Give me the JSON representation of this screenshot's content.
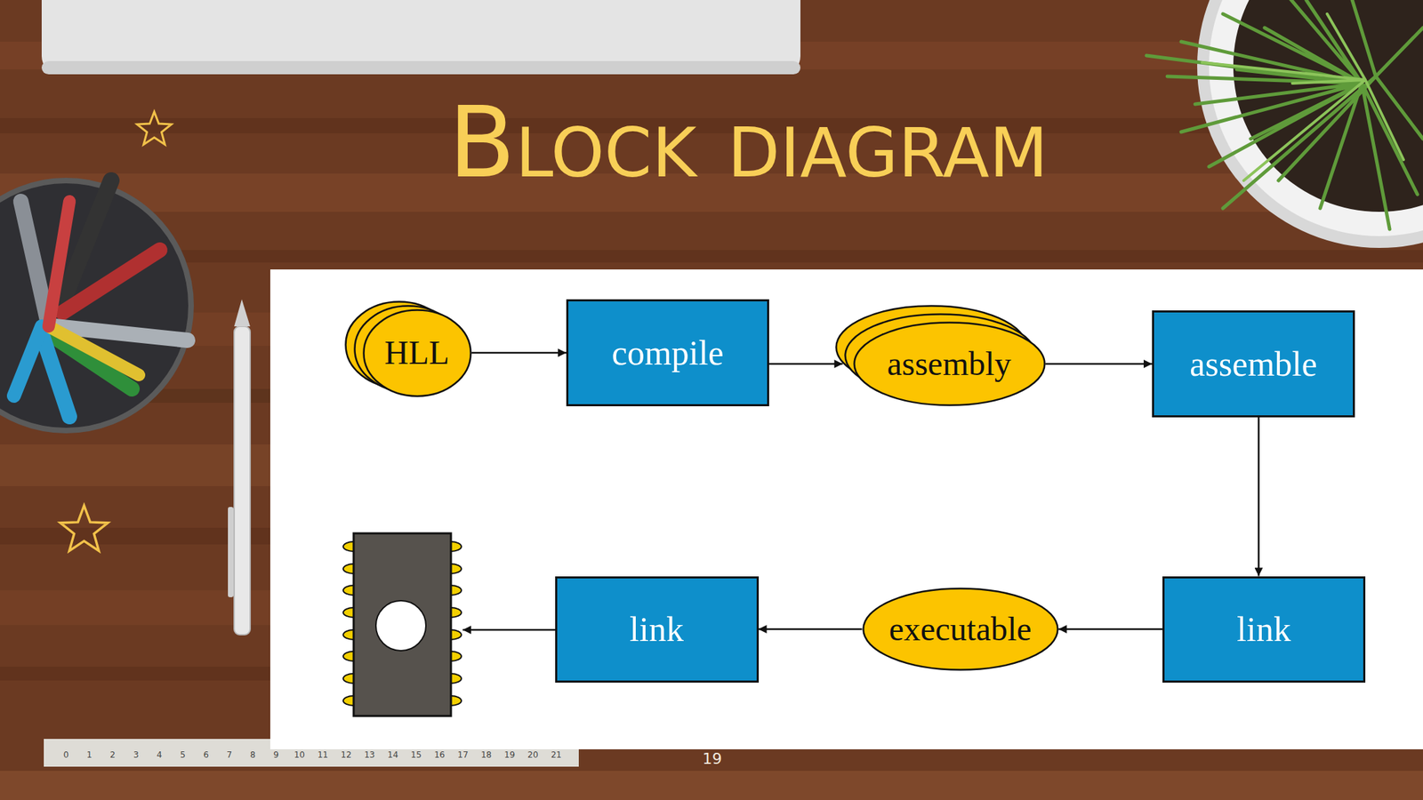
{
  "diagram": {
    "title": "Block diagram",
    "nodes": [
      {
        "text": [
          "HLL"
        ]
      },
      {
        "text": [
          "compile"
        ]
      },
      {
        "text": [
          "assembly"
        ]
      },
      {
        "text": [
          "assemble"
        ]
      },
      {
        "text": [
          "link"
        ]
      },
      {
        "text": [
          "executable"
        ]
      },
      {
        "text": [
          "link"
        ]
      }
    ],
    "edges": [
      {
        "from": 0,
        "to": 1,
        "arrow": "to"
      },
      {
        "from": 1,
        "to": 2,
        "arrow": "to"
      },
      {
        "from": 2,
        "to": 3,
        "arrow": "to"
      },
      {
        "from": 3,
        "to": 4,
        "arrow": "to"
      },
      {
        "from": 4,
        "to": 5,
        "arrow": "to"
      },
      {
        "from": 5,
        "to": 6,
        "arrow": "to"
      }
    ],
    "labels": [
      "0",
      "1",
      "2",
      "3",
      "4",
      "5",
      "6",
      "7",
      "8",
      "9",
      "10",
      "11",
      "12",
      "13",
      "14",
      "15",
      "16",
      "17",
      "18",
      "19",
      "20",
      "21",
      "19"
    ]
  }
}
